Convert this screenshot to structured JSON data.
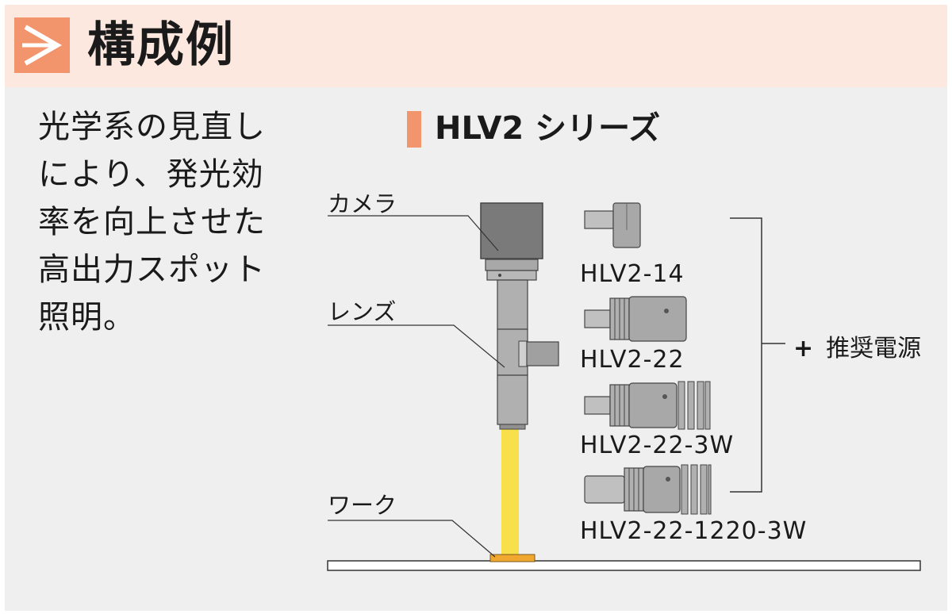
{
  "header": {
    "title": "構成例",
    "accent_color": "#f2946c",
    "background": "#fce8de"
  },
  "description": {
    "lines": [
      "光学系の見直し",
      "により、発光効",
      "率を向上させた",
      "高出力スポット",
      "照明。"
    ]
  },
  "series": {
    "title": "HLV2 シリーズ"
  },
  "labels": {
    "camera": "カメラ",
    "lens": "レンズ",
    "work": "ワーク"
  },
  "models": [
    "HLV2-14",
    "HLV2-22",
    "HLV2-22-3W",
    "HLV2-22-1220-3W"
  ],
  "power_supply": {
    "symbol": "+",
    "label": "推奨電源"
  },
  "colors": {
    "light_beam": "#f7e04a",
    "workpiece": "#f0a830",
    "device_gray": "#a8a8a8",
    "camera_gray": "#7a7a7a"
  }
}
